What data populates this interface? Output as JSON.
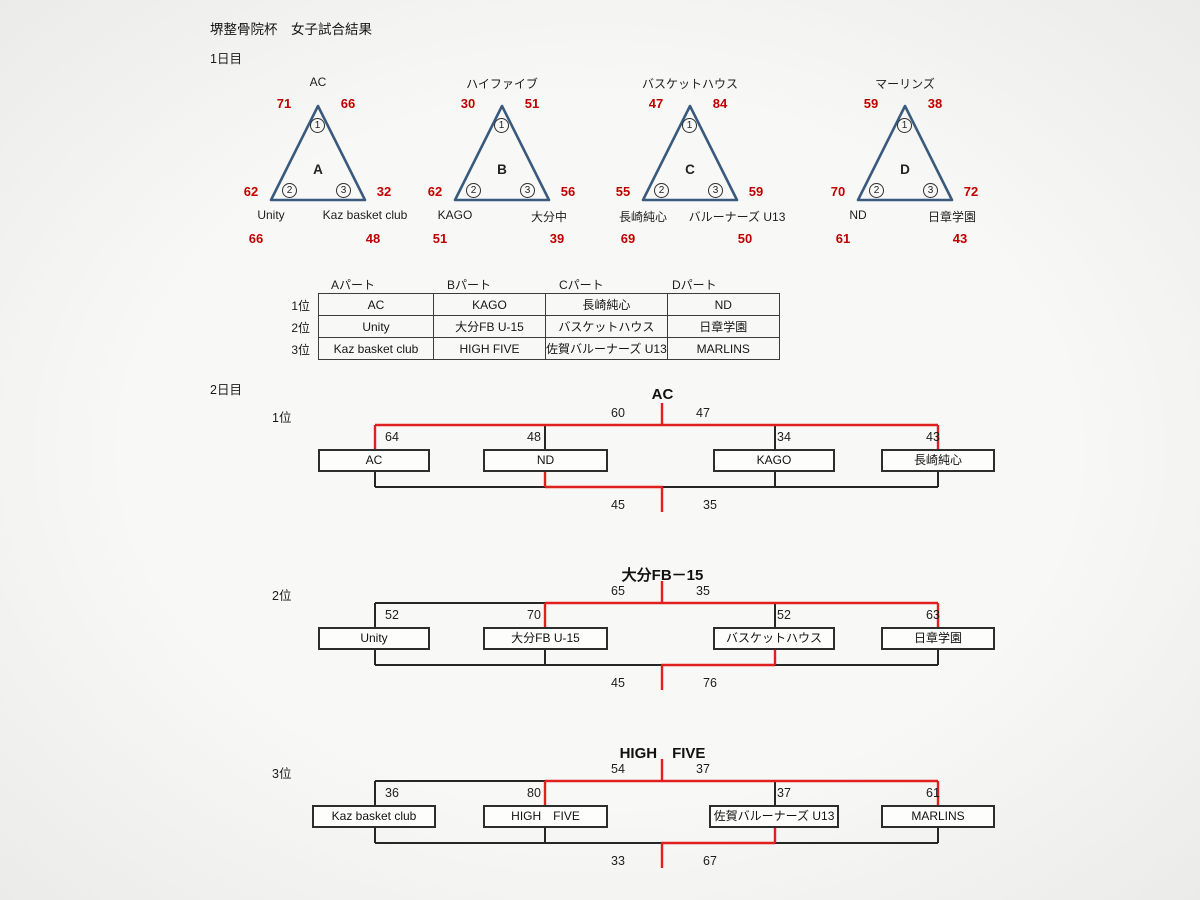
{
  "page": {
    "title": "堺整骨院杯　女子試合結果",
    "day1_label": "1日目",
    "day2_label": "2日目"
  },
  "colors": {
    "score_red": "#c00000",
    "bracket_red": "#e01f1f",
    "triangle_blue": "#3a5a7d"
  },
  "day1_groups": [
    {
      "name": "A",
      "marks": [
        "1",
        "2",
        "3"
      ],
      "top_team": "AC",
      "apex_left_score": "71",
      "apex_right_score": "66",
      "base_left_score": "62",
      "base_right_score": "32",
      "left_team": "Unity",
      "left_team_score": "66",
      "right_team": "Kaz basket club",
      "right_team_score": "48"
    },
    {
      "name": "B",
      "marks": [
        "1",
        "2",
        "3"
      ],
      "top_team": "ハイファイブ",
      "apex_left_score": "30",
      "apex_right_score": "51",
      "base_left_score": "62",
      "base_right_score": "56",
      "left_team": "KAGO",
      "left_team_score": "51",
      "right_team": "大分中",
      "right_team_score": "39"
    },
    {
      "name": "C",
      "marks": [
        "1",
        "2",
        "3"
      ],
      "top_team": "バスケットハウス",
      "apex_left_score": "47",
      "apex_right_score": "84",
      "base_left_score": "55",
      "base_right_score": "59",
      "left_team": "長崎純心",
      "left_team_score": "69",
      "right_team": "バルーナーズ U13",
      "right_team_score": "50"
    },
    {
      "name": "D",
      "marks": [
        "1",
        "2",
        "3"
      ],
      "top_team": "マーリンズ",
      "apex_left_score": "59",
      "apex_right_score": "38",
      "base_left_score": "70",
      "base_right_score": "72",
      "left_team": "ND",
      "left_team_score": "61",
      "right_team": "日章学園",
      "right_team_score": "43"
    }
  ],
  "standings": {
    "col_headers": [
      "Aパート",
      "Bパート",
      "Cパート",
      "Dパート"
    ],
    "row_headers": [
      "1位",
      "2位",
      "3位"
    ],
    "rows": [
      [
        "AC",
        "KAGO",
        "長崎純心",
        "ND"
      ],
      [
        "Unity",
        "大分FB U-15",
        "バスケットハウス",
        "日章学園"
      ],
      [
        "Kaz basket club",
        "HIGH FIVE",
        "佐賀バルーナーズ U13",
        "MARLINS"
      ]
    ]
  },
  "brackets": [
    {
      "rank_label": "1位",
      "champion": "AC",
      "final_scores": [
        "60",
        "47"
      ],
      "semi_scores": [
        "64",
        "48",
        "34",
        "43"
      ],
      "teams": [
        "AC",
        "ND",
        "KAGO",
        "長崎純心"
      ],
      "consolation_scores": [
        "45",
        "35"
      ]
    },
    {
      "rank_label": "2位",
      "champion": "大分FB－15",
      "final_scores": [
        "65",
        "35"
      ],
      "semi_scores": [
        "52",
        "70",
        "52",
        "63"
      ],
      "teams": [
        "Unity",
        "大分FB U-15",
        "バスケットハウス",
        "日章学園"
      ],
      "consolation_scores": [
        "45",
        "76"
      ]
    },
    {
      "rank_label": "3位",
      "champion": "HIGH　FIVE",
      "final_scores": [
        "54",
        "37"
      ],
      "semi_scores": [
        "36",
        "80",
        "37",
        "61"
      ],
      "teams": [
        "Kaz basket club",
        "HIGH　FIVE",
        "佐賀バルーナーズ U13",
        "MARLINS"
      ],
      "consolation_scores": [
        "33",
        "67"
      ]
    }
  ]
}
